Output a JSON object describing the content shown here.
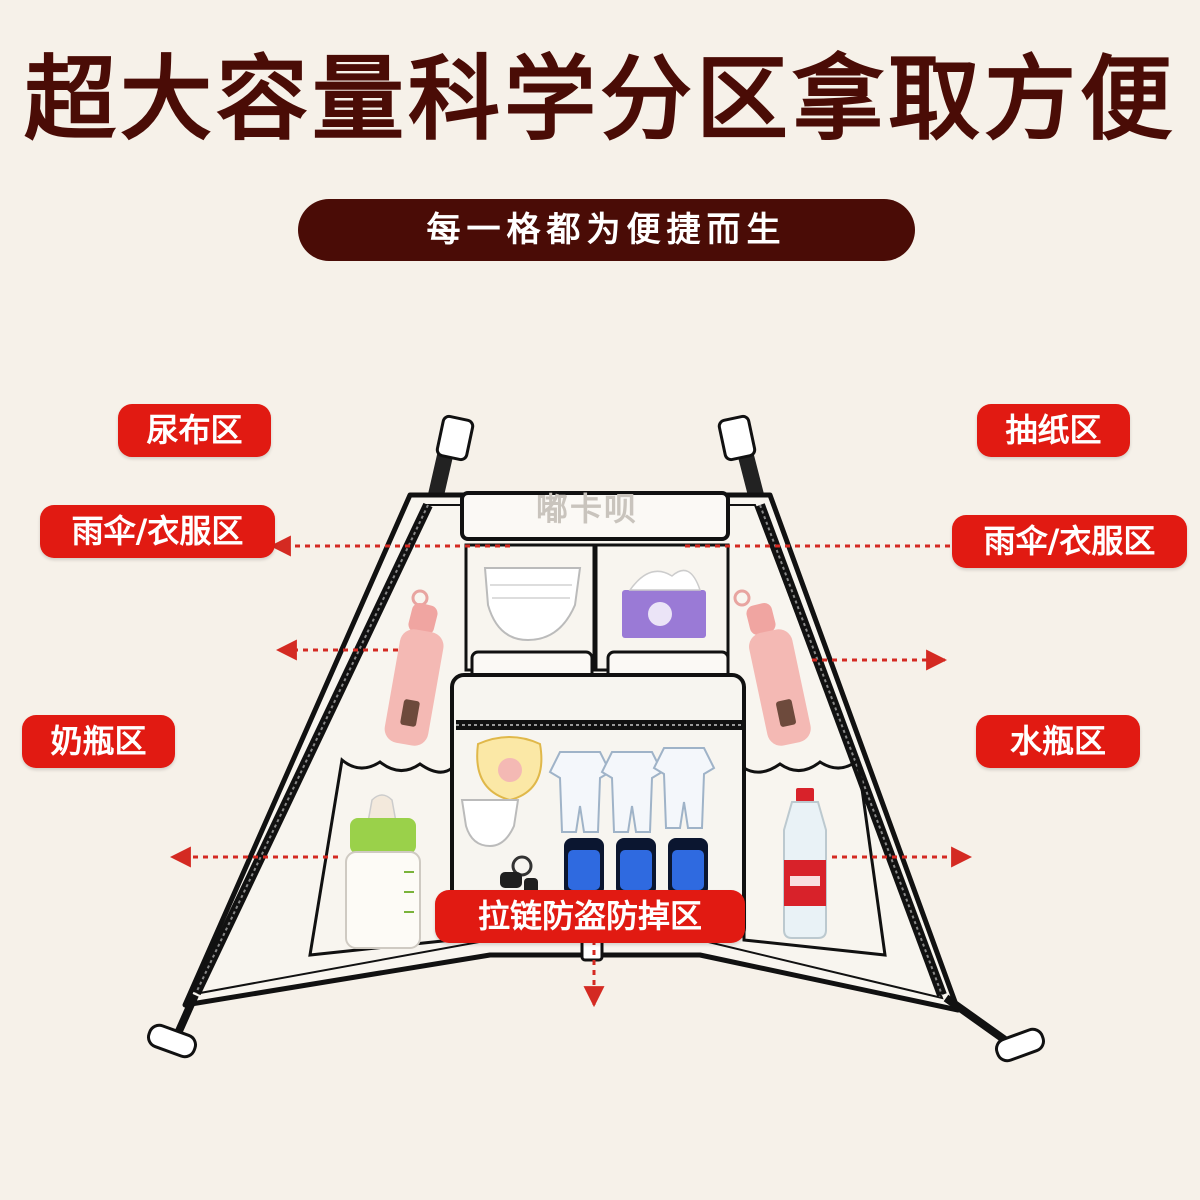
{
  "title": "超大容量科学分区拿取方便",
  "subtitle": "每一格都为便捷而生",
  "watermark": "嘟卡呗",
  "labels": {
    "diaper": "尿布区",
    "umbrella_left": "雨伞/衣服区",
    "bottle": "奶瓶区",
    "tissue": "抽纸区",
    "umbrella_right": "雨伞/衣服区",
    "water": "水瓶区",
    "zipper": "拉链防盗防掉区"
  },
  "colors": {
    "background": "#f6f1e9",
    "title": "#4a0c06",
    "label": "#e11a12",
    "arrow": "#d42a22"
  }
}
